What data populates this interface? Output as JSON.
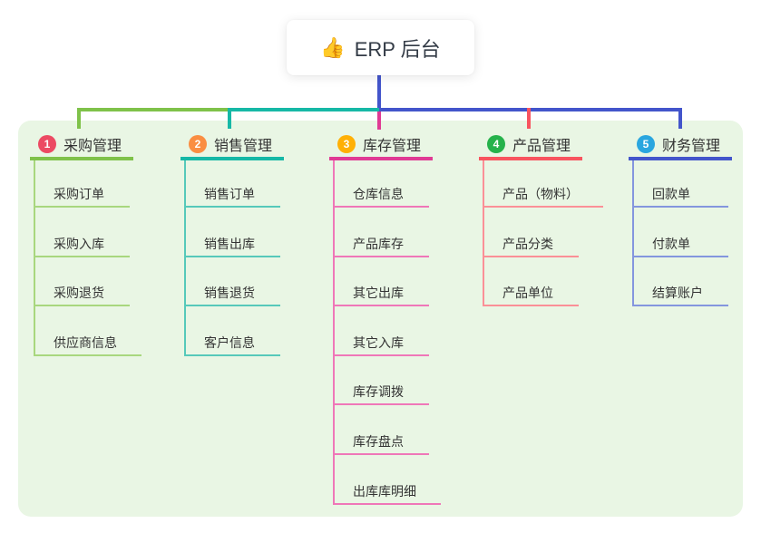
{
  "root": {
    "icon": "👍",
    "label": "ERP 后台"
  },
  "branches": [
    {
      "number": "1",
      "label": "采购管理",
      "line_color": "#7fc24a",
      "child_line_color": "#a8d77e",
      "badge_color": "#ec4a63",
      "children": [
        "采购订单",
        "采购入库",
        "采购退货",
        "供应商信息"
      ]
    },
    {
      "number": "2",
      "label": "销售管理",
      "line_color": "#16b8a6",
      "child_line_color": "#56c9ba",
      "badge_color": "#fa8e42",
      "children": [
        "销售订单",
        "销售出库",
        "销售退货",
        "客户信息"
      ]
    },
    {
      "number": "3",
      "label": "库存管理",
      "line_color": "#e03a94",
      "child_line_color": "#ef77b8",
      "badge_color": "#ffb005",
      "children": [
        "仓库信息",
        "产品库存",
        "其它出库",
        "其它入库",
        "库存调拨",
        "库存盘点",
        "出库库明细"
      ]
    },
    {
      "number": "4",
      "label": "产品管理",
      "line_color": "#f8545f",
      "child_line_color": "#fb9097",
      "badge_color": "#26b24b",
      "children": [
        "产品（物料）",
        "产品分类",
        "产品单位"
      ]
    },
    {
      "number": "5",
      "label": "财务管理",
      "line_color": "#4355cb",
      "child_line_color": "#8496de",
      "badge_color": "#2aa6df",
      "children": [
        "回款单",
        "付款单",
        "结算账户"
      ]
    }
  ],
  "colors": {
    "root_connector": "#4355cb",
    "panel_background": "#e9f6e4",
    "card_background": "#ffffff",
    "text": "#333333"
  }
}
